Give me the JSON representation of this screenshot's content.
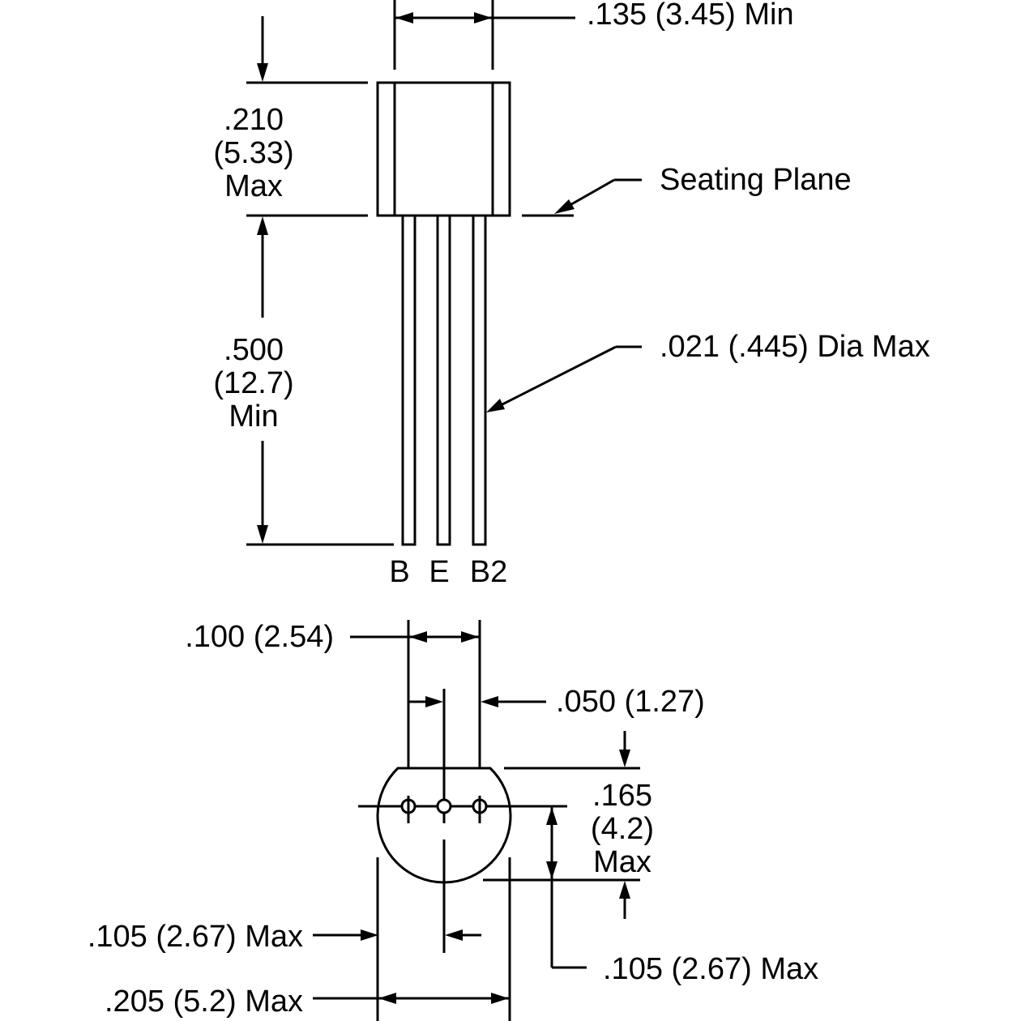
{
  "side_view": {
    "body_width": ".135 (3.45) Min",
    "body_height": [
      ".210",
      "(5.33)",
      "Max"
    ],
    "seating_plane": "Seating Plane",
    "lead_length": [
      ".500",
      "(12.7)",
      "Min"
    ],
    "lead_diameter": ".021 (.445) Dia Max",
    "pins": [
      "B",
      "E",
      "B2"
    ]
  },
  "bottom_view": {
    "pin_spacing": ".100 (2.54)",
    "half_spacing": ".050 (1.27)",
    "depth": [
      ".165",
      "(4.2)",
      "Max"
    ],
    "left_half": ".105 (2.67) Max",
    "overall_width": ".205 (5.2) Max",
    "flat_to_center": ".105 (2.67) Max"
  },
  "colors": {
    "line": "#000000",
    "background": "#ffffff"
  }
}
